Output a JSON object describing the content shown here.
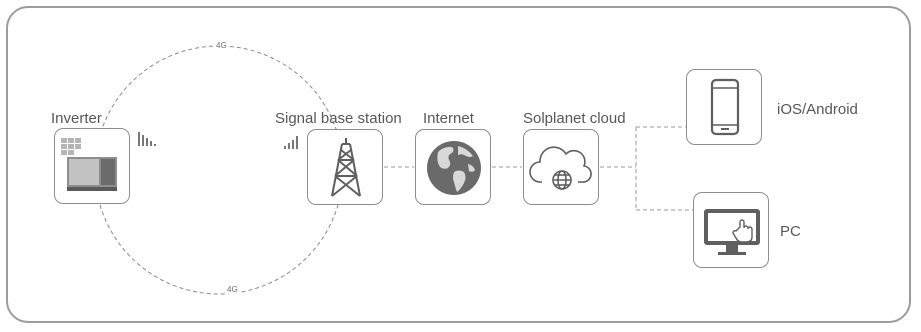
{
  "nodes": {
    "inverter": {
      "label": "Inverter",
      "icon": "inverter-icon"
    },
    "base_station": {
      "label": "Signal base station",
      "icon": "cell-tower-icon"
    },
    "internet": {
      "label": "Internet",
      "icon": "globe-icon"
    },
    "cloud": {
      "label": "Solplanet cloud",
      "icon": "cloud-icon"
    },
    "mobile": {
      "label": "iOS/Android",
      "icon": "smartphone-icon"
    },
    "pc": {
      "label": "PC",
      "icon": "desktop-monitor-icon"
    }
  },
  "links": {
    "cellular_top": "4G",
    "cellular_bottom": "4G"
  },
  "colors": {
    "line": "#9a9a9a",
    "icon_dark": "#5f5f5f",
    "border": "#8d8d8d"
  }
}
